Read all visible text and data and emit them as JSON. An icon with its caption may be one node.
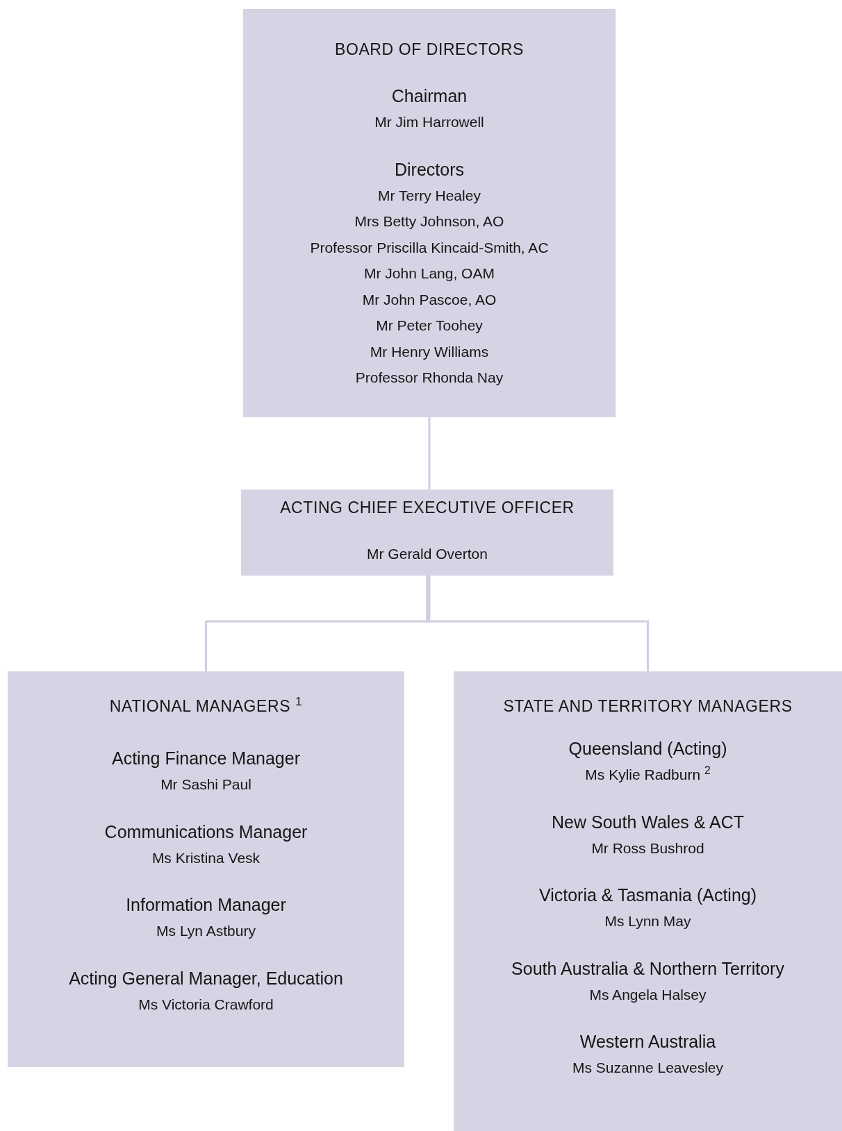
{
  "diagram": {
    "nodes": [
      {
        "text": [
          "BOARD OF DIRECTORS",
          "Chairman",
          "Mr Jim Harrowell",
          "Directors",
          "Mr Terry Healey",
          "Mrs Betty Johnson, AO",
          "Professor Priscilla Kincaid-Smith, AC",
          "Mr John Lang, OAM",
          "Mr John Pascoe, AO",
          "Mr Peter Toohey",
          "Mr Henry Williams",
          "Professor Rhonda Nay"
        ]
      },
      {
        "text": [
          "ACTING CHIEF EXECUTIVE OFFICER",
          "Mr Gerald Overton"
        ]
      },
      {
        "text": [
          "NATIONAL MANAGERS $^{1}$",
          "Acting Finance Manager",
          "Mr Sashi Paul",
          "Communications Manager",
          "Ms Kristina Vesk",
          "Information Manager",
          "Ms Lyn Astbury",
          "Acting General Manager, Education",
          "Ms Victoria Crawford"
        ]
      },
      {
        "text": [
          "STATE AND TERRITORY MANAGERS",
          "Queensland (Acting)",
          "Ms Kylie Radburn $^{2}$",
          "New South Wales & ACT",
          "Mr Ross Bushrod",
          "Victoria & Tasmania (Acting)",
          "Ms Lynn May",
          "South Australia & Northern Territory",
          "Ms Angela Halsey",
          "Western Australia",
          "Ms Suzanne Leavesley"
        ]
      }
    ],
    "edges": [
      {
        "from": 0,
        "to": 1,
        "arrow": "none"
      },
      {
        "from": 1,
        "to": 2,
        "arrow": "none"
      },
      {
        "from": 1,
        "to": 3,
        "arrow": "none"
      }
    ]
  }
}
